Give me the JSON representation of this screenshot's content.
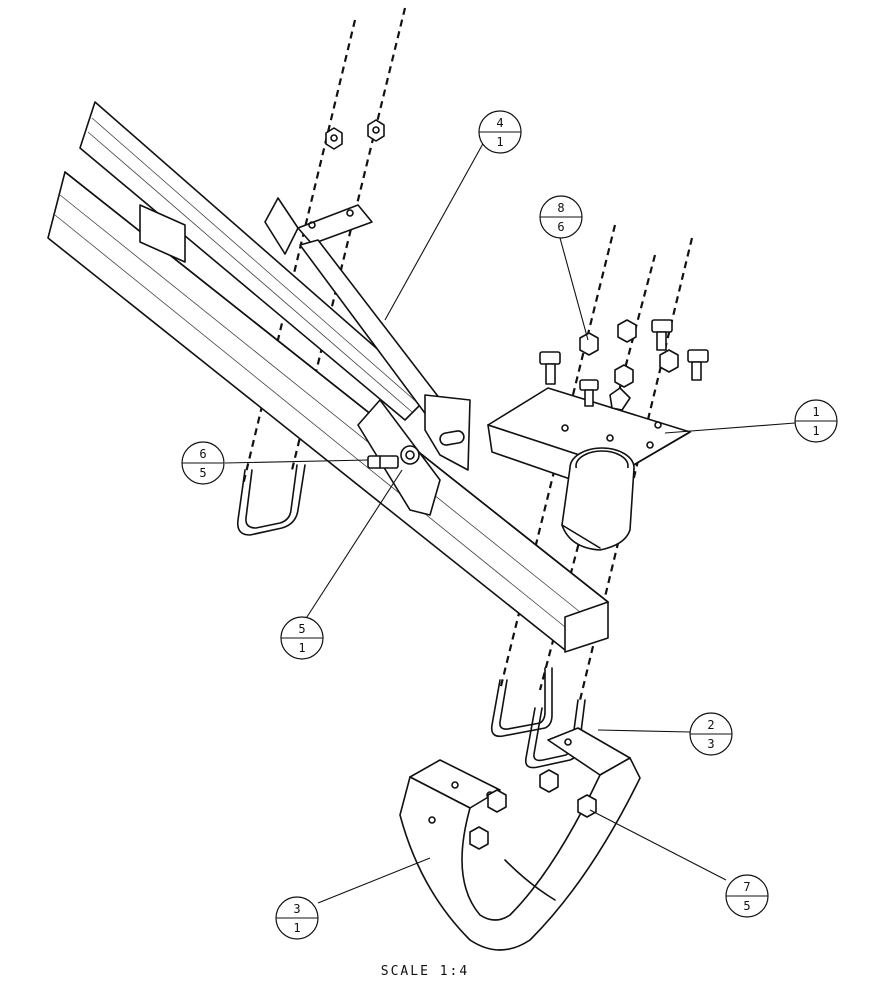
{
  "drawing": {
    "scale_label": "SCALE  1:4"
  },
  "balloons": [
    {
      "id": "b1",
      "item": "4",
      "qty": "1"
    },
    {
      "id": "b2",
      "item": "8",
      "qty": "6"
    },
    {
      "id": "b3",
      "item": "1",
      "qty": "1"
    },
    {
      "id": "b4",
      "item": "6",
      "qty": "5"
    },
    {
      "id": "b5",
      "item": "5",
      "qty": "1"
    },
    {
      "id": "b6",
      "item": "2",
      "qty": "3"
    },
    {
      "id": "b7",
      "item": "7",
      "qty": "5"
    },
    {
      "id": "b8",
      "item": "3",
      "qty": "1"
    }
  ]
}
